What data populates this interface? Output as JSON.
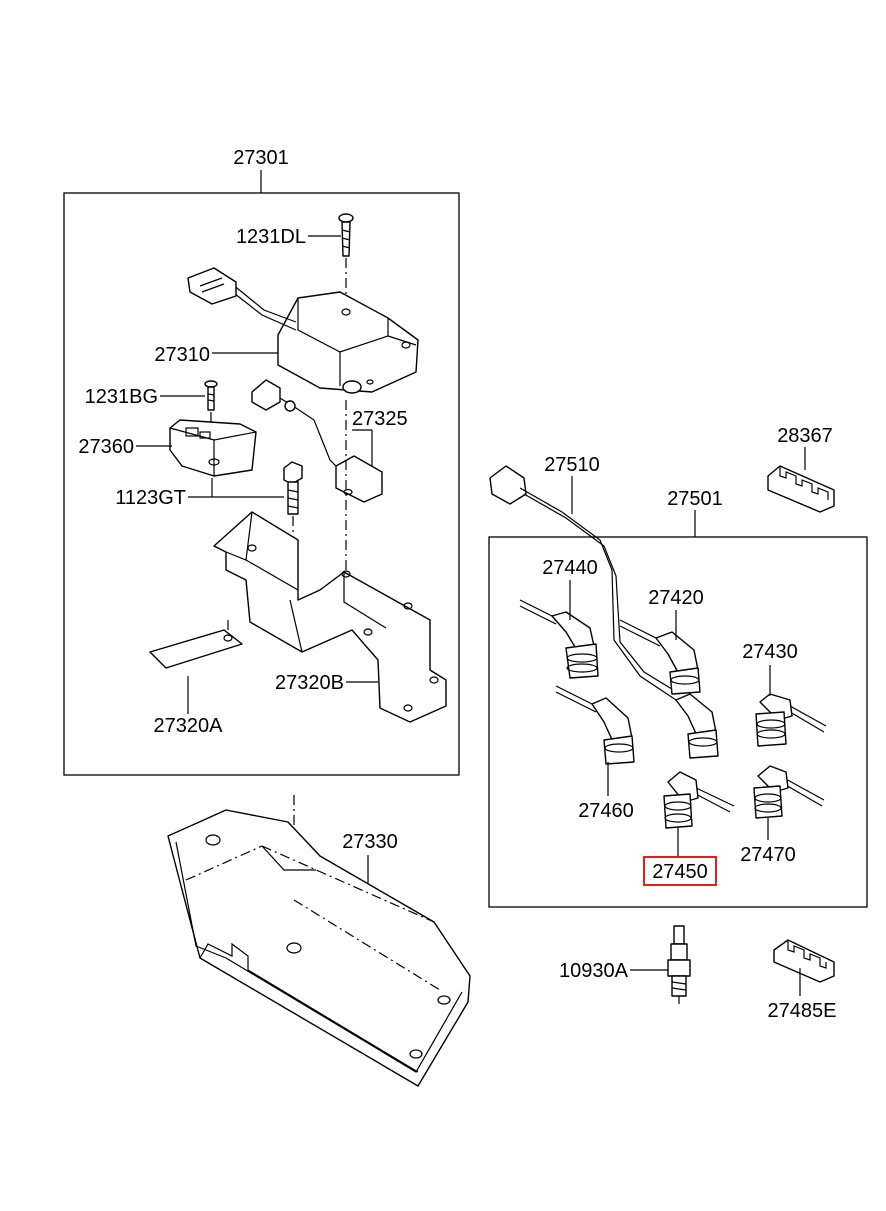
{
  "diagram": {
    "labels": {
      "p27301": "27301",
      "p1231DL": "1231DL",
      "p27310": "27310",
      "p1231BG": "1231BG",
      "p27325": "27325",
      "p27360": "27360",
      "p1123GT": "1123GT",
      "p27320B": "27320B",
      "p27320A": "27320A",
      "p27330": "27330",
      "p28367": "28367",
      "p27510": "27510",
      "p27501": "27501",
      "p27440": "27440",
      "p27420": "27420",
      "p27430": "27430",
      "p27460": "27460",
      "p27450": "27450",
      "p27470": "27470",
      "p10930A": "10930A",
      "p27485E": "27485E"
    },
    "highlighted_part": "27450",
    "highlight_color": "#e02020"
  }
}
